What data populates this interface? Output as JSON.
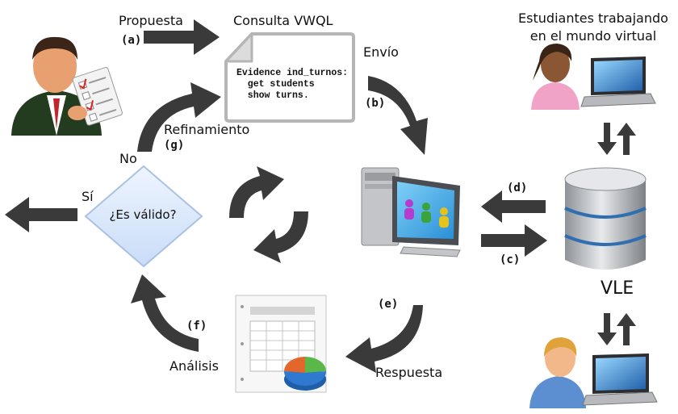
{
  "query_box": {
    "title": "Consulta VWQL",
    "code_lines": [
      "Evidence ind_turnos:",
      "  get students",
      "  show turns."
    ]
  },
  "labels": {
    "propuesta": "Propuesta",
    "envio": "Envío",
    "refinamiento": "Refinamiento",
    "no": "No",
    "si": "Sí",
    "decision": "¿Es válido?",
    "analisis": "Análisis",
    "respuesta": "Respuesta",
    "vle": "VLE",
    "students_line1": "Estudiantes trabajando",
    "students_line2": "en el mundo virtual"
  },
  "step_tags": {
    "a": "(a)",
    "b": "(b)",
    "c": "(c)",
    "d": "(d)",
    "e": "(e)",
    "f": "(f)",
    "g": "(g)"
  },
  "colors": {
    "arrow": "#3a3a3a",
    "decision_fill": "#dbe9fb",
    "decision_stroke": "#9ab7df",
    "doc_fill": "#ffffff",
    "doc_stroke": "#b0b0b0",
    "db_body": "#c9ccd0",
    "db_ring": "#2f6fb0"
  }
}
